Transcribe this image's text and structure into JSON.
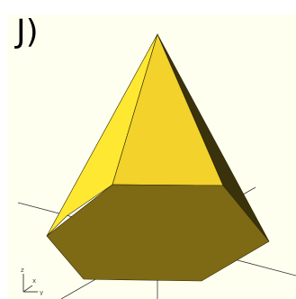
{
  "panel": {
    "label": "J)"
  },
  "viewport": {
    "background": "#fffff0"
  },
  "pyramid": {
    "base_sides": 6,
    "colors": {
      "base": "#7f6a15",
      "face_left": "#ffe832",
      "face_front": "#f2d22b",
      "face_right": "#3a320b",
      "edge": "#2b2508"
    }
  },
  "axes": {
    "line_color": "#333333",
    "indicator_labels": {
      "x": "x",
      "y": "y",
      "z": "z"
    }
  }
}
